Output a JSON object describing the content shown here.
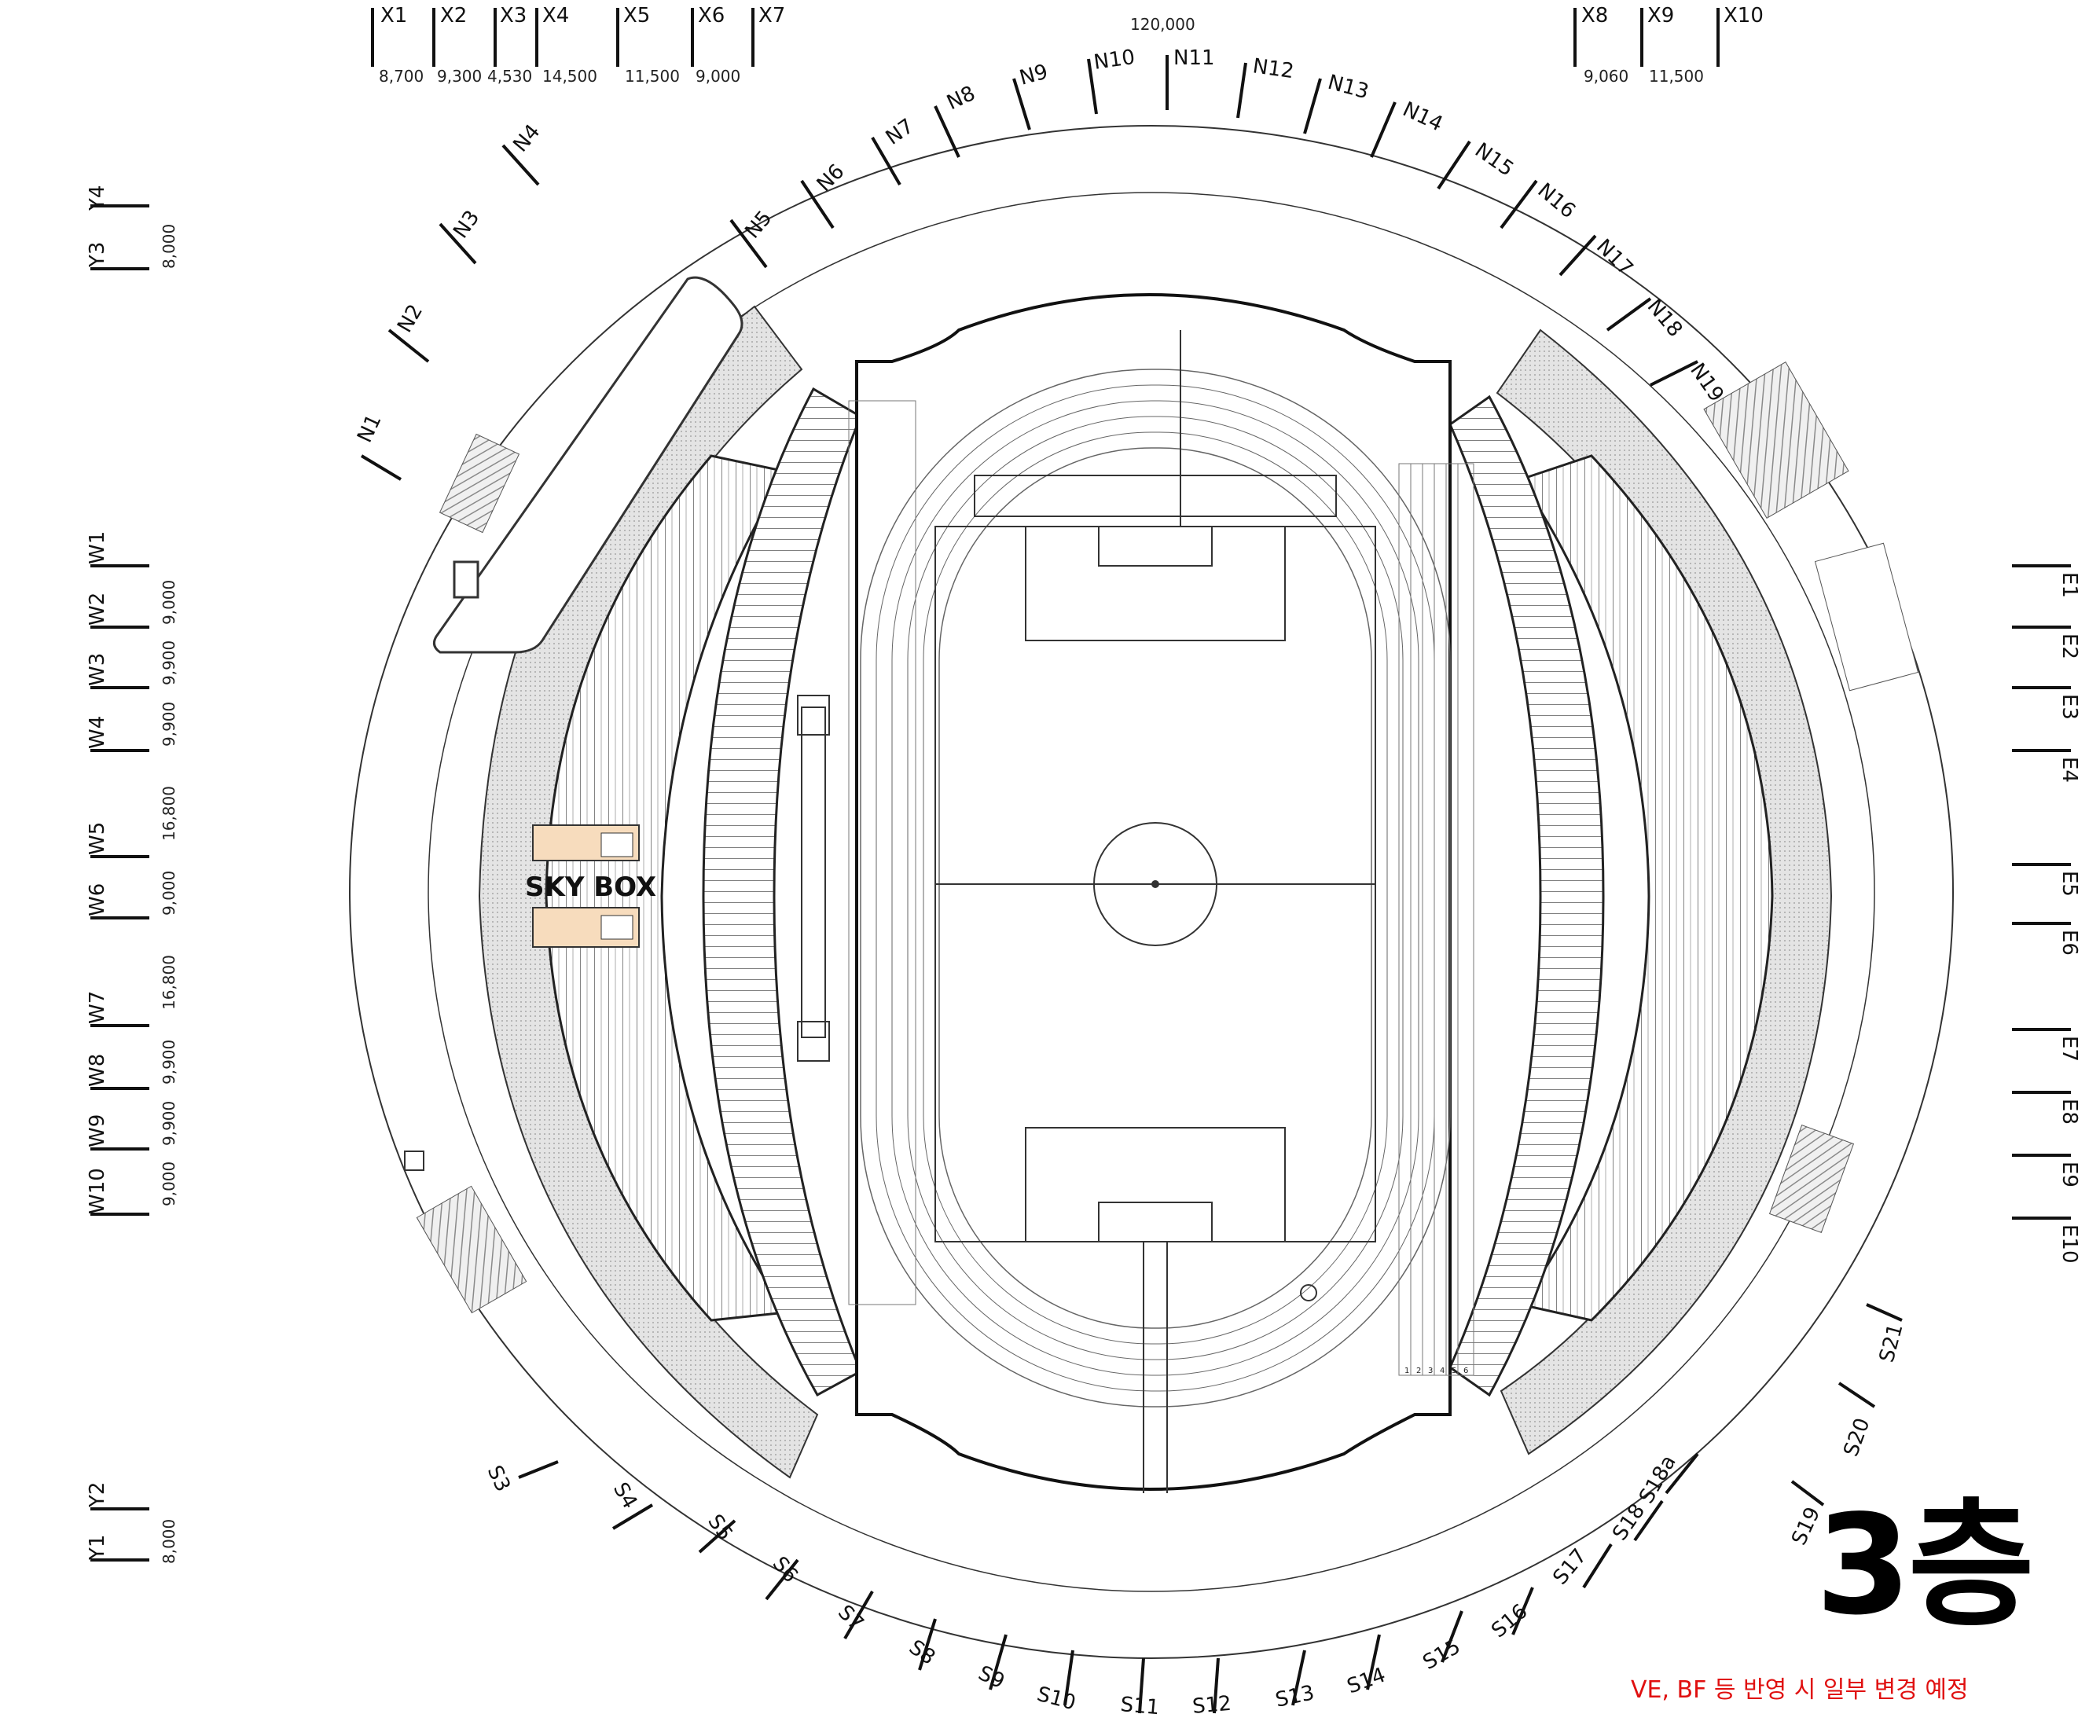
{
  "floor_label": "3층",
  "note": "VE, BF 등 반영 시 일부 변경 예정",
  "room_label": "SKY BOX",
  "top_total_dim": "120,000",
  "x_axis": {
    "left": [
      "X1",
      "X2",
      "X3",
      "X4",
      "X5",
      "X6",
      "X7"
    ],
    "left_dims": [
      "8,700",
      "9,300",
      "4,530",
      "14,500",
      "11,500",
      "9,000"
    ],
    "right": [
      "X8",
      "X9",
      "X10"
    ],
    "right_dims": [
      "9,060",
      "11,500"
    ]
  },
  "y_axis": {
    "top": [
      "Y4",
      "Y3"
    ],
    "top_dim": "8,000",
    "bottom": [
      "Y2",
      "Y1"
    ],
    "bottom_dim": "8,000"
  },
  "w_axis": {
    "labels": [
      "W1",
      "W2",
      "W3",
      "W4",
      "W5",
      "W6",
      "W7",
      "W8",
      "W9",
      "W10"
    ],
    "dims": [
      "9,000",
      "9,900",
      "9,900",
      "16,800",
      "9,000",
      "16,800",
      "9,900",
      "9,900",
      "9,000"
    ]
  },
  "e_axis": {
    "labels": [
      "E1",
      "E2",
      "E3",
      "E4",
      "E5",
      "E6",
      "E7",
      "E8",
      "E9",
      "E10"
    ]
  },
  "n_axis": {
    "labels": [
      "N1",
      "N2",
      "N3",
      "N4",
      "N5",
      "N6",
      "N7",
      "N8",
      "N9",
      "N10",
      "N11",
      "N12",
      "N13",
      "N14",
      "N15",
      "N16",
      "N17",
      "N18",
      "N19"
    ]
  },
  "s_axis": {
    "labels": [
      "S3",
      "S4",
      "S5",
      "S6",
      "S7",
      "S8",
      "S9",
      "S10",
      "S11",
      "S12",
      "S13",
      "S14",
      "S15",
      "S16",
      "S17",
      "S18",
      "S18a",
      "S19",
      "S20",
      "S21"
    ]
  },
  "track_lanes": [
    "1",
    "2",
    "3",
    "4",
    "5",
    "6"
  ]
}
